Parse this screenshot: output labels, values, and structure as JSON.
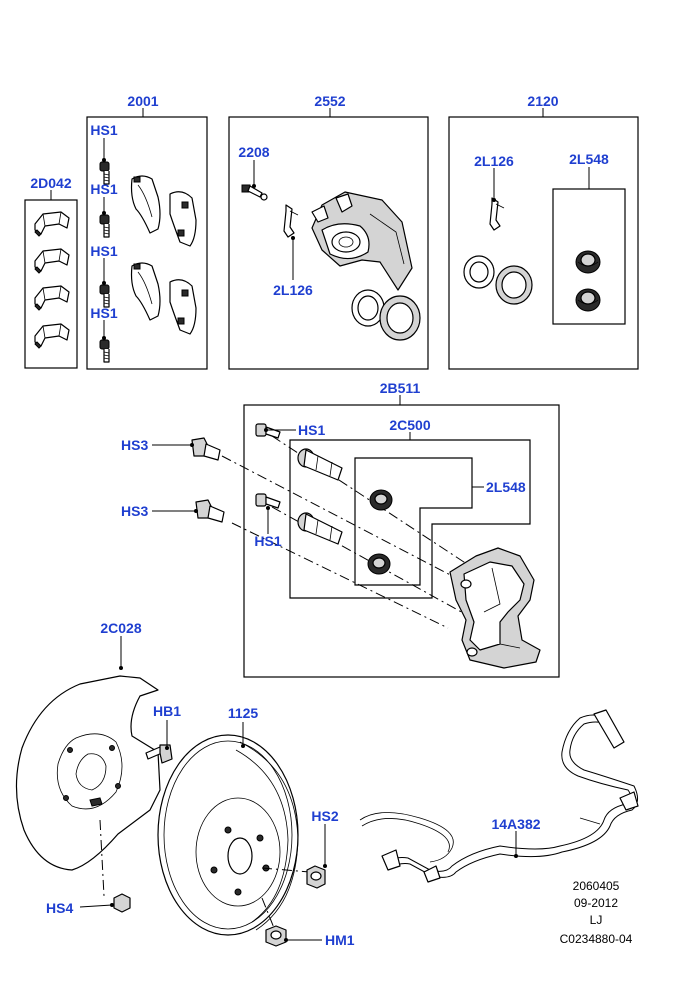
{
  "callouts": {
    "c2001": "2001",
    "c2552": "2552",
    "c2120": "2120",
    "c2d042": "2D042",
    "hs1": "HS1",
    "c2208": "2208",
    "c2l126": "2L126",
    "c2l548": "2L548",
    "c2b511": "2B511",
    "c2c500": "2C500",
    "hs3": "HS3",
    "c2c028": "2C028",
    "hb1": "HB1",
    "c1125": "1125",
    "hs2": "HS2",
    "c14a382": "14A382",
    "hs4": "HS4",
    "hm1": "HM1"
  },
  "meta": {
    "line1": "2060405",
    "line2": "09-2012",
    "line3": "LJ",
    "line4": "C0234880-04"
  },
  "colors": {
    "callout": "#1f3fd0",
    "line": "#000000"
  }
}
